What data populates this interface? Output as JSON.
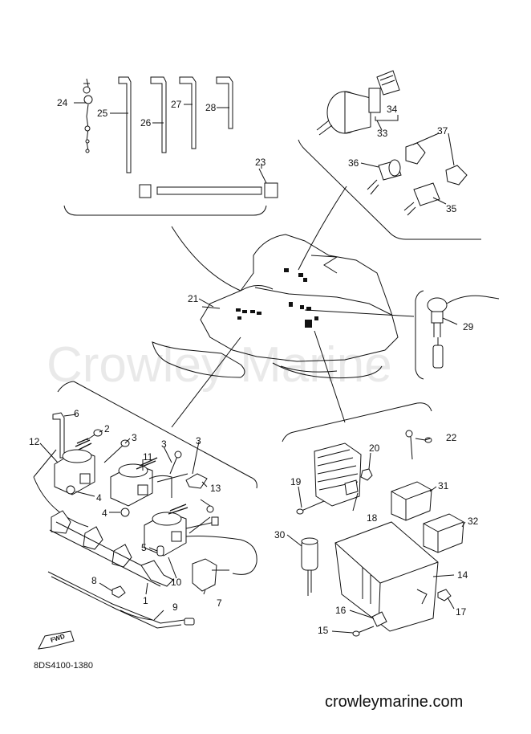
{
  "watermark": "Crowley Marine",
  "footer_url": "crowleymarine.com",
  "drawing_code": "8DS4100-1380",
  "fwd_label": "FWD",
  "callouts": [
    {
      "id": "c1",
      "label": "1"
    },
    {
      "id": "c2",
      "label": "2"
    },
    {
      "id": "c3a",
      "label": "3"
    },
    {
      "id": "c3b",
      "label": "3"
    },
    {
      "id": "c3c",
      "label": "3"
    },
    {
      "id": "c4a",
      "label": "4"
    },
    {
      "id": "c4b",
      "label": "4"
    },
    {
      "id": "c5",
      "label": "5"
    },
    {
      "id": "c6",
      "label": "6"
    },
    {
      "id": "c7",
      "label": "7"
    },
    {
      "id": "c8",
      "label": "8"
    },
    {
      "id": "c9",
      "label": "9"
    },
    {
      "id": "c10",
      "label": "10"
    },
    {
      "id": "c11",
      "label": "11"
    },
    {
      "id": "c12",
      "label": "12"
    },
    {
      "id": "c13",
      "label": "13"
    },
    {
      "id": "c14",
      "label": "14"
    },
    {
      "id": "c15",
      "label": "15"
    },
    {
      "id": "c16",
      "label": "16"
    },
    {
      "id": "c17",
      "label": "17"
    },
    {
      "id": "c18",
      "label": "18"
    },
    {
      "id": "c19",
      "label": "19"
    },
    {
      "id": "c20",
      "label": "20"
    },
    {
      "id": "c21",
      "label": "21"
    },
    {
      "id": "c22",
      "label": "22"
    },
    {
      "id": "c23",
      "label": "23"
    },
    {
      "id": "c24",
      "label": "24"
    },
    {
      "id": "c25",
      "label": "25"
    },
    {
      "id": "c26",
      "label": "26"
    },
    {
      "id": "c27",
      "label": "27"
    },
    {
      "id": "c28",
      "label": "28"
    },
    {
      "id": "c29",
      "label": "29"
    },
    {
      "id": "c30",
      "label": "30"
    },
    {
      "id": "c31",
      "label": "31"
    },
    {
      "id": "c32",
      "label": "32"
    },
    {
      "id": "c33",
      "label": "33"
    },
    {
      "id": "c34",
      "label": "34"
    },
    {
      "id": "c35",
      "label": "35"
    },
    {
      "id": "c36",
      "label": "36"
    },
    {
      "id": "c37",
      "label": "37"
    }
  ]
}
